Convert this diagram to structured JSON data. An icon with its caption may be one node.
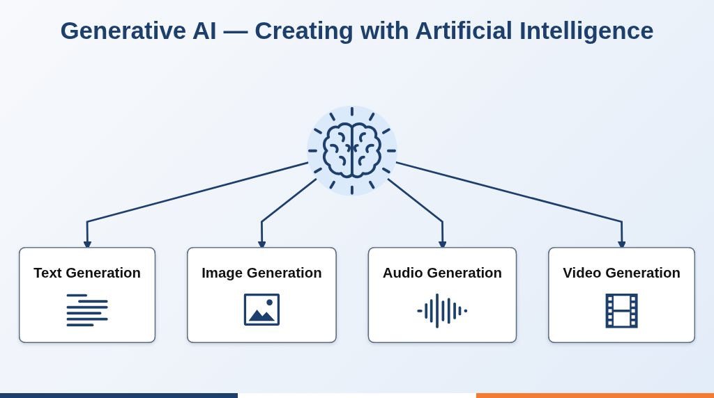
{
  "diagram": {
    "title": "Generative AI — Creating with Artificial Intelligence",
    "nodes": [
      {
        "text": [
          "Text Generation"
        ]
      },
      {
        "text": [
          "Image Generation"
        ]
      },
      {
        "text": [],
        "shape": "picture"
      },
      {
        "text": [
          "Audio Generation"
        ]
      },
      {
        "text": [
          "Video Generation"
        ]
      }
    ],
    "edges": [
      {
        "from": 2,
        "to": 0,
        "arrow": "to"
      },
      {
        "from": 2,
        "to": 1,
        "arrow": "to"
      },
      {
        "from": 2,
        "to": 3,
        "arrow": "to"
      },
      {
        "from": 2,
        "to": 4,
        "arrow": "to"
      }
    ]
  }
}
